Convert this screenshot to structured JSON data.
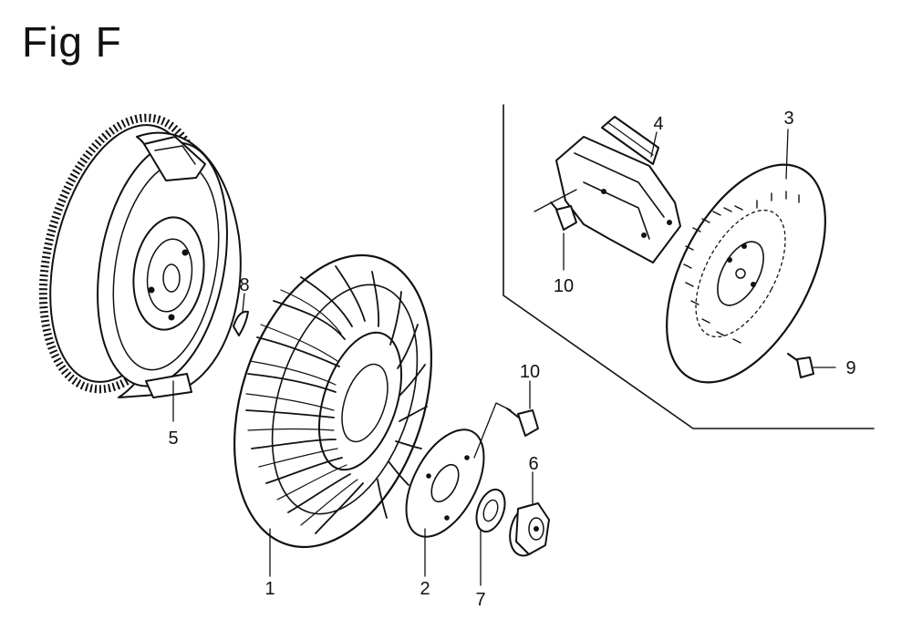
{
  "title": "Fig F",
  "callouts": {
    "c1": "1",
    "c2": "2",
    "c3": "3",
    "c4": "4",
    "c5": "5",
    "c6": "6",
    "c7": "7",
    "c8": "8",
    "c9": "9",
    "c10a": "10",
    "c10b": "10"
  }
}
